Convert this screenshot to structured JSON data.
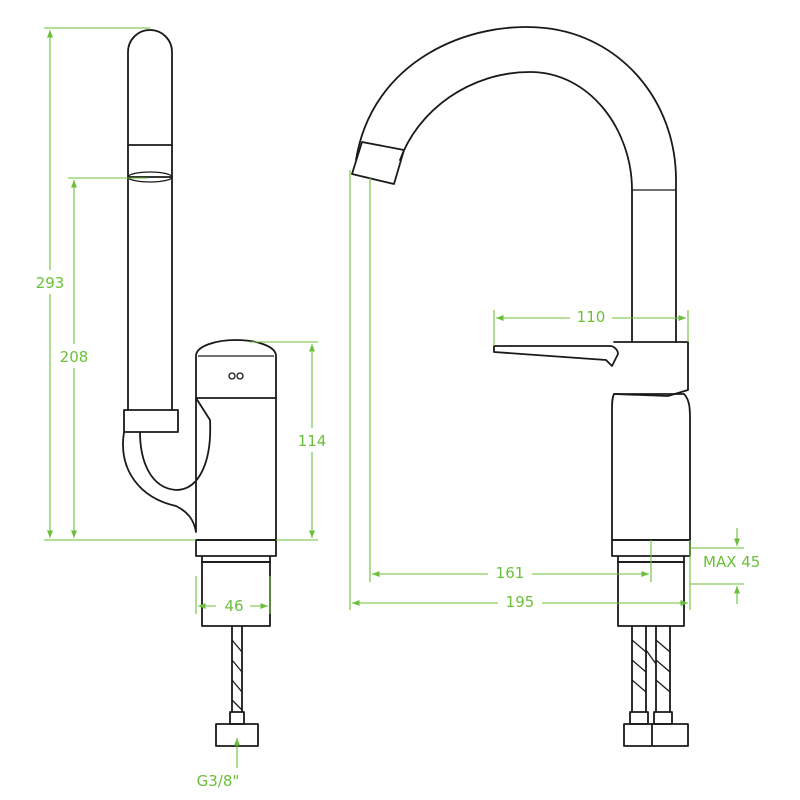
{
  "colors": {
    "outline": "#1a1a1a",
    "dimension": "#6cbf3a",
    "background": "#ffffff"
  },
  "dimensions": {
    "total_height": "293",
    "spout_height": "208",
    "body_height": "114",
    "base_diameter": "46",
    "connection_thread": "G3/8\"",
    "handle_length": "110",
    "spout_reach": "161",
    "total_depth": "195",
    "max_counter_thickness": "MAX 45"
  }
}
